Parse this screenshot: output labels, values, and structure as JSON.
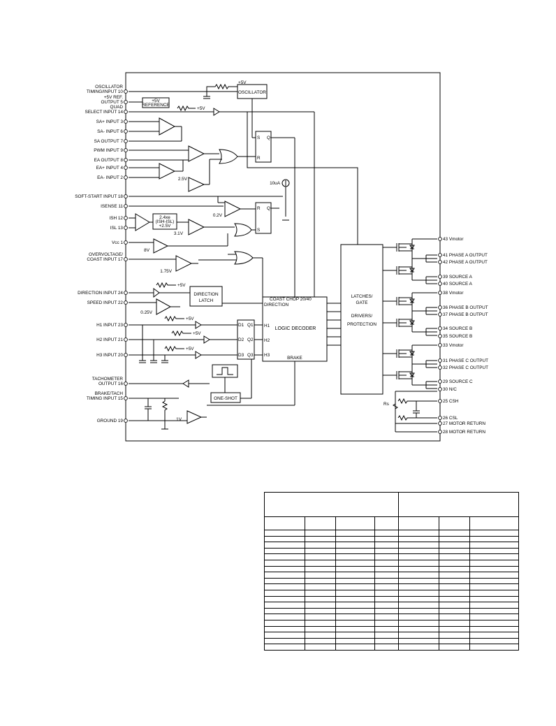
{
  "left_pins": [
    {
      "id": "osc",
      "lines": [
        "OSCILLATOR",
        "TIMING/INPUT 10"
      ]
    },
    {
      "id": "ref",
      "lines": [
        "+5V REF.",
        "OUTPUT 5"
      ]
    },
    {
      "id": "quad",
      "lines": [
        "QUAD",
        "SELECT INPUT 14"
      ]
    },
    {
      "id": "sa_plus",
      "lines": [
        "SA+ INPUT 3"
      ]
    },
    {
      "id": "sa_minus",
      "lines": [
        "SA- INPUT 6"
      ]
    },
    {
      "id": "sa_out",
      "lines": [
        "SA OUTPUT 7"
      ]
    },
    {
      "id": "pwm",
      "lines": [
        "PWM INPUT 9"
      ]
    },
    {
      "id": "ea_out",
      "lines": [
        "EA OUTPUT 8"
      ]
    },
    {
      "id": "ea_plus",
      "lines": [
        "EA+ INPUT 4"
      ]
    },
    {
      "id": "ea_minus",
      "lines": [
        "EA- INPUT 2"
      ]
    },
    {
      "id": "softstart",
      "lines": [
        "SOFT-START INPUT 18"
      ]
    },
    {
      "id": "isense",
      "lines": [
        "ISENSE 11"
      ]
    },
    {
      "id": "ish",
      "lines": [
        "ISH 12"
      ]
    },
    {
      "id": "isl",
      "lines": [
        "ISL 13"
      ]
    },
    {
      "id": "vcc",
      "lines": [
        "Vcc 1"
      ]
    },
    {
      "id": "ovp",
      "lines": [
        "OVERVOLTAGE/",
        "COAST INPUT 17"
      ]
    },
    {
      "id": "dir",
      "lines": [
        "DIRECTION INPUT 24"
      ]
    },
    {
      "id": "speed",
      "lines": [
        "SPEED INPUT 22"
      ]
    },
    {
      "id": "h1",
      "lines": [
        "H1 INPUT 23"
      ]
    },
    {
      "id": "h2",
      "lines": [
        "H2 INPUT 21"
      ]
    },
    {
      "id": "h3",
      "lines": [
        "H3 INPUT 20"
      ]
    },
    {
      "id": "tach",
      "lines": [
        "TACHOMETER",
        "OUTPUT 16"
      ]
    },
    {
      "id": "brake",
      "lines": [
        "BRAKE/TACH",
        "TIMING INPUT 15"
      ]
    },
    {
      "id": "gnd",
      "lines": [
        "GROUND 19"
      ]
    }
  ],
  "right_pins": [
    {
      "id": "vm1",
      "text": "43 Vmotor"
    },
    {
      "id": "pa41",
      "text": "41 PHASE A OUTPUT"
    },
    {
      "id": "pa42",
      "text": "42 PHASE A OUTPUT"
    },
    {
      "id": "sa39",
      "text": "39 SOURCE A"
    },
    {
      "id": "sa40",
      "text": "40 SOURCE A"
    },
    {
      "id": "vm2",
      "text": "38 Vmotor"
    },
    {
      "id": "pb36",
      "text": "36 PHASE B OUTPUT"
    },
    {
      "id": "pb37",
      "text": "37 PHASE B OUTPUT"
    },
    {
      "id": "sb34",
      "text": "34 SOURCE B"
    },
    {
      "id": "sb35",
      "text": "35 SOURCE B"
    },
    {
      "id": "vm3",
      "text": "33 Vmotor"
    },
    {
      "id": "pc31",
      "text": "31 PHASE C OUTPUT"
    },
    {
      "id": "pc32",
      "text": "32 PHASE C OUTPUT"
    },
    {
      "id": "sc29",
      "text": "29 SOURCE C"
    },
    {
      "id": "nc30",
      "text": "30 N/C"
    },
    {
      "id": "csh",
      "text": "25 CSH"
    },
    {
      "id": "csl",
      "text": "26 CSL"
    },
    {
      "id": "mr27",
      "text": "27 MOTOR RETURN"
    },
    {
      "id": "mr28",
      "text": "28 MOTOR RETURN"
    }
  ],
  "blocks": {
    "oscillator": "OSCILLATOR",
    "reference": [
      "+5V",
      "REFERENCE"
    ],
    "isense_amp": [
      "2.4xe",
      "(ISH-ISL)",
      "+2.5V"
    ],
    "direction_latch": [
      "DIRECTION",
      "LATCH"
    ],
    "one_shot": "ONE-SHOT",
    "decoder_title": "LOGIC DECODER",
    "decoder_coast": "COAST CHOP 20/40",
    "decoder_direction": "DIRECTION",
    "decoder_brake": "BRAKE",
    "decoder_h1": "H1",
    "decoder_h2": "H2",
    "decoder_h3": "H3",
    "latches": [
      "LATCHES/",
      "GATE",
      "DRIVERS/",
      "PROTECTION"
    ],
    "ff_s": "S",
    "ff_r": "R",
    "ff_q": "Q",
    "q1": "Q1",
    "q2": "Q2",
    "q3": "Q3",
    "d1": "D1",
    "d2": "D2",
    "d3": "D3"
  },
  "annotations": {
    "plus5v": "+5V",
    "v2_5": "2.5V",
    "v0_2": "0.2V",
    "v3_1": "3.1V",
    "v8": "8V",
    "v1_75": "1.75V",
    "v0_25": "0.25V",
    "v1": "1V",
    "i10ua": "10uA",
    "rs": "Rs"
  },
  "table": {
    "header_groups": [
      "",
      ""
    ],
    "columns": [
      "",
      "",
      "",
      "",
      "",
      "",
      ""
    ],
    "row_count": 20
  }
}
